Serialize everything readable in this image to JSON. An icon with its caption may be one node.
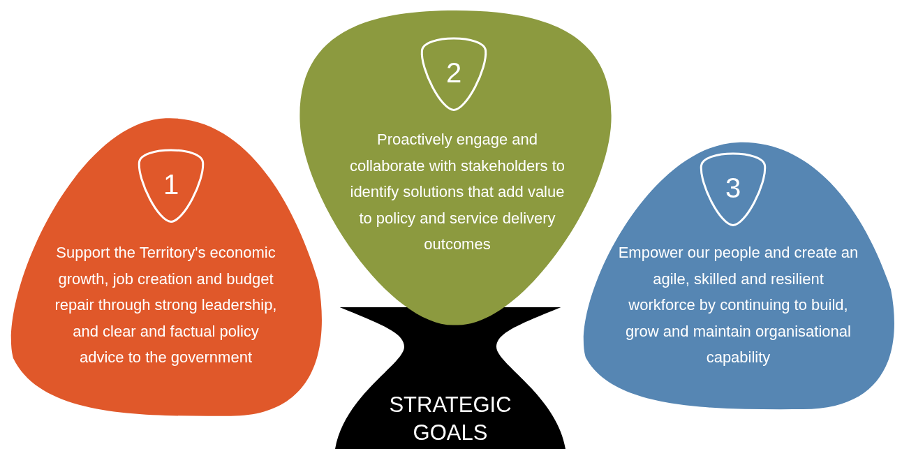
{
  "diagram": {
    "nodes": [
      {
        "text": [
          "STRATEGIC GOALS"
        ]
      },
      {
        "text": [
          "Support the Territory's economic growth, job creation and budget repair through strong leadership, and clear and factual policy advice to the government"
        ]
      },
      {
        "text": [
          "1"
        ],
        "in": 1
      },
      {
        "text": [
          "Proactively engage and collaborate with stakeholders to identify solutions that add value to policy and service delivery outcomes"
        ]
      },
      {
        "text": [
          "2"
        ],
        "in": 3
      },
      {
        "text": [
          "Empower our people and create an agile, skilled and resilient workforce by continuing to build, grow and maintain organisational capability"
        ]
      },
      {
        "text": [
          "3"
        ],
        "in": 5
      }
    ]
  }
}
